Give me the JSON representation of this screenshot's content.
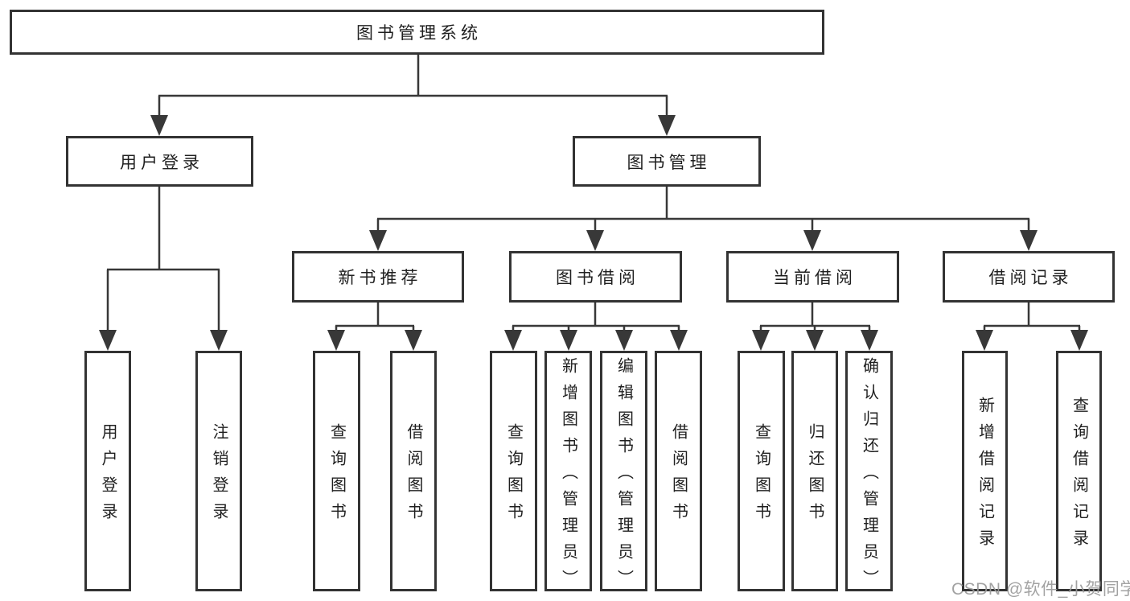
{
  "diagram": {
    "root": {
      "label": "图书管理系统"
    },
    "level2": [
      {
        "label": "用户登录",
        "leaves": [
          "用户登录",
          "注销登录"
        ]
      },
      {
        "label": "图书管理",
        "groups": [
          {
            "label": "新书推荐",
            "leaves": [
              "查询图书",
              "借阅图书"
            ]
          },
          {
            "label": "图书借阅",
            "leaves": [
              "查询图书",
              "新增图书（管理员）",
              "编辑图书（管理员）",
              "借阅图书"
            ]
          },
          {
            "label": "当前借阅",
            "leaves": [
              "查询图书",
              "归还图书",
              "确认归还（管理员）"
            ]
          },
          {
            "label": "借阅记录",
            "leaves": [
              "新增借阅记录",
              "查询借阅记录"
            ]
          }
        ]
      }
    ]
  },
  "watermark": {
    "text": "CSDN @软件_小贺同学"
  },
  "colors": {
    "line": "#383838",
    "box_border": "#333333",
    "text": "#1f1f1f",
    "watermark": "#9b9b9b",
    "background": "#ffffff"
  }
}
